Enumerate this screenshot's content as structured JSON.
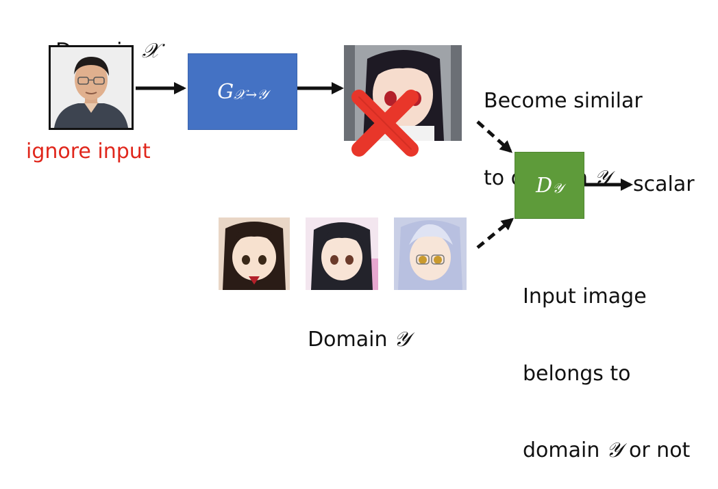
{
  "labels": {
    "domain_x": "Domain ",
    "domain_x_symbol": "𝒳",
    "ignore_input": "ignore input",
    "generator_base": "G",
    "generator_sub": "𝒳→𝒴",
    "become_similar_line1": "Become similar",
    "become_similar_line2": "to domain ",
    "become_similar_symbol": "𝒴",
    "discriminator_base": "D",
    "discriminator_sub": "𝒴",
    "scalar": "scalar",
    "belongs_line1": "Input image",
    "belongs_line2": "belongs to",
    "belongs_line3_a": "domain ",
    "belongs_symbol": "𝒴",
    "belongs_line3_b": " or not",
    "domain_y": "Domain ",
    "domain_y_symbol": "𝒴"
  },
  "colors": {
    "generator": "#4472c4",
    "discriminator": "#5e9b3a",
    "ignore_text": "#e0261b",
    "cross": "#e8362a"
  }
}
